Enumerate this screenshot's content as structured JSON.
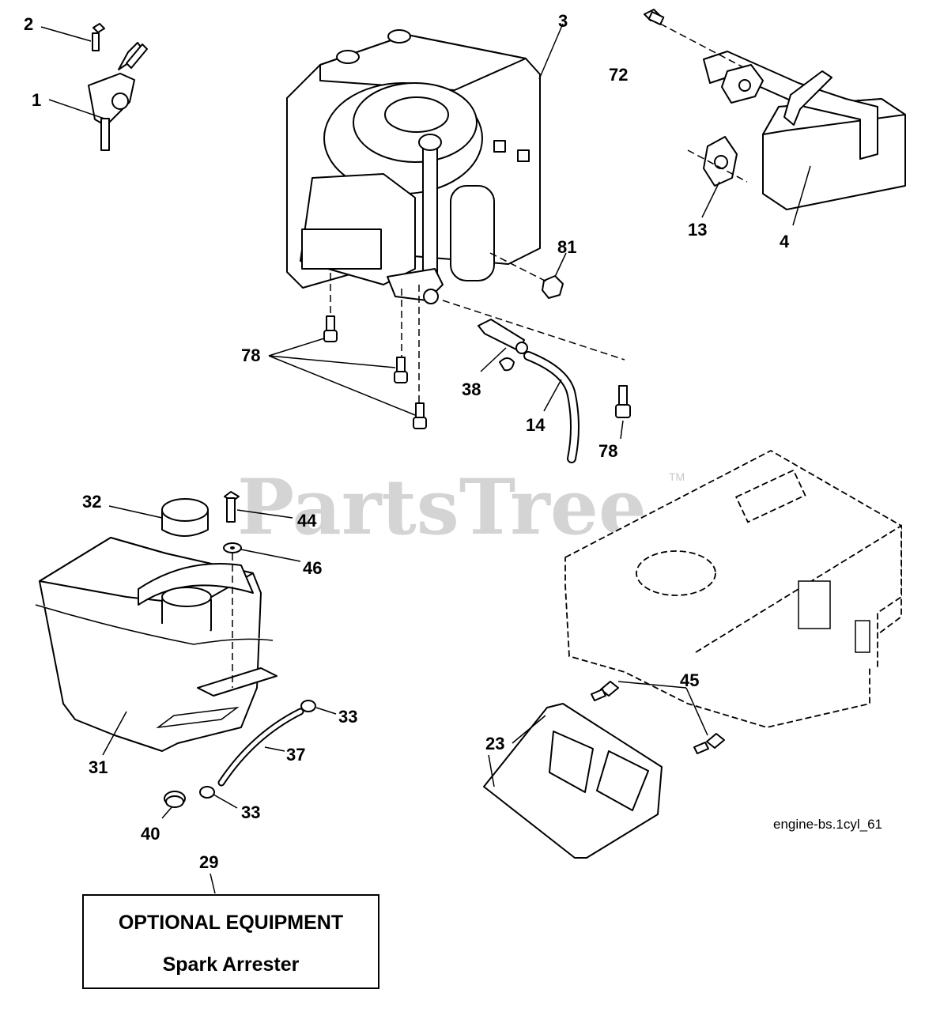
{
  "watermark": {
    "text": "PartsTree",
    "trademark": "TM"
  },
  "figure_reference": "engine-bs.1cyl_61",
  "callouts": {
    "c1": "1",
    "c2": "2",
    "c3": "3",
    "c4": "4",
    "c13": "13",
    "c14": "14",
    "c23": "23",
    "c29": "29",
    "c31": "31",
    "c32": "32",
    "c33a": "33",
    "c33b": "33",
    "c37": "37",
    "c38": "38",
    "c40": "40",
    "c44": "44",
    "c45": "45",
    "c46": "46",
    "c72": "72",
    "c78a": "78",
    "c78b": "78",
    "c81": "81"
  },
  "optional_box": {
    "title": "OPTIONAL EQUIPMENT",
    "subtitle": "Spark Arrester"
  }
}
